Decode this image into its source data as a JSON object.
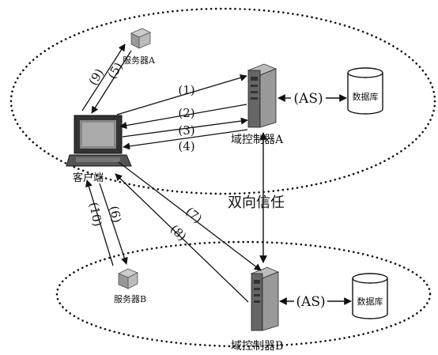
{
  "nodes": {
    "server_a": "服务器A",
    "server_b": "服务器B",
    "client": "客户端",
    "dc_a": "域控制器A",
    "dc_b": "域控制器B",
    "db_a": "数据库",
    "db_b": "数据库"
  },
  "edges": {
    "as_a": "(AS)",
    "as_b": "(AS)",
    "trust": "双向信任",
    "step1": "(1)",
    "step2": "(2)",
    "step3": "(3)",
    "step4": "(4)",
    "step5": "(5)",
    "step6": "(6)",
    "step7": "(7)",
    "step8": "(8)",
    "step9": "(9)",
    "step10": "(10)"
  }
}
